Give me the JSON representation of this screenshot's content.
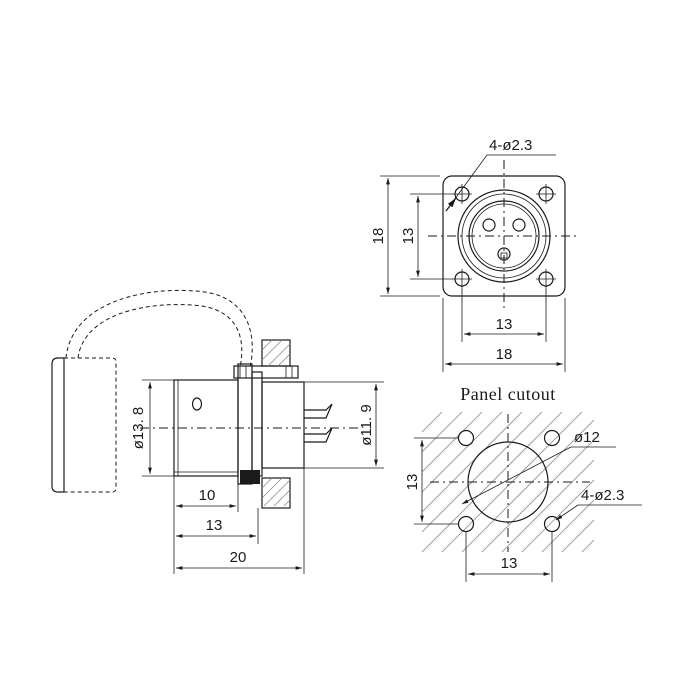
{
  "front_view": {
    "hole_callout": "4-ø2.3",
    "height_outer": "18",
    "height_inner": "13",
    "width_inner": "13",
    "width_outer": "18"
  },
  "side_view": {
    "diameter_body": "ø13. 8",
    "diameter_rear": "ø11. 9",
    "length_a": "10",
    "length_b": "13",
    "length_c": "20"
  },
  "panel_cutout": {
    "title": "Panel cutout",
    "hole_diameter": "ø12",
    "hole_callout": "4-ø2.3",
    "height": "13",
    "width": "13"
  }
}
